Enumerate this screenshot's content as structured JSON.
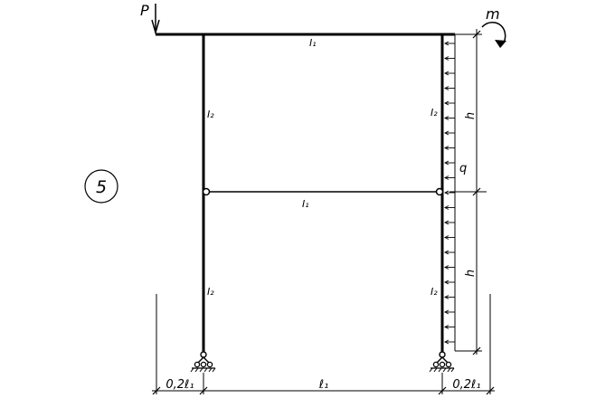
{
  "scheme_number": "5",
  "loads": {
    "force": "P",
    "moment": "m",
    "distributed": "q"
  },
  "members": {
    "top_beam": "I₁",
    "middle_beam": "I₁",
    "left_column_upper": "I₂",
    "left_column_lower": "I₂",
    "right_column_upper": "I₂",
    "right_column_lower": "I₂"
  },
  "dimensions": {
    "height_upper": "h",
    "height_lower": "h",
    "left_span": "0,2ℓ₁",
    "main_span": "ℓ₁",
    "right_span": "0,2ℓ₁"
  }
}
